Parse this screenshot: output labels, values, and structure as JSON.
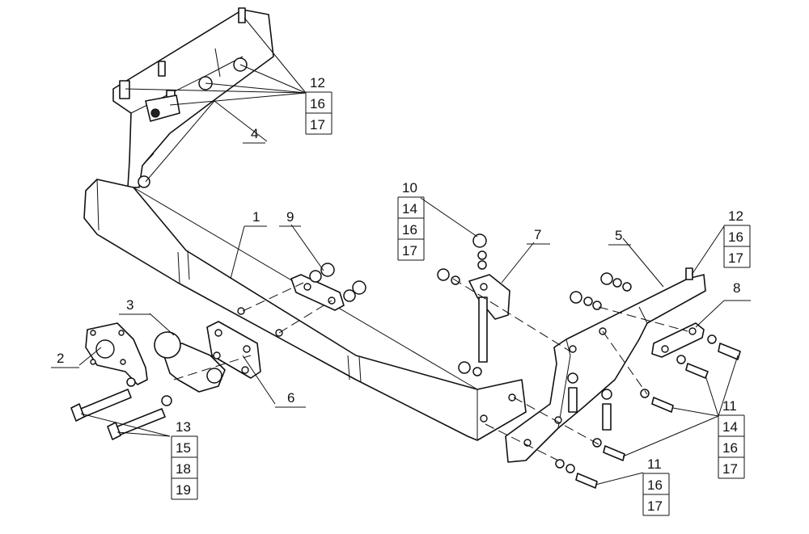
{
  "labels": {
    "p1": "1",
    "p2": "2",
    "p3": "3",
    "p4": "4",
    "p5": "5",
    "p6": "6",
    "p7": "7",
    "p8": "8",
    "p9": "9"
  },
  "groups": {
    "top_left": [
      "12",
      "16",
      "17"
    ],
    "mid_center": [
      "10",
      "14",
      "16",
      "17"
    ],
    "top_right": [
      "12",
      "16",
      "17"
    ],
    "right_bolts": [
      "11",
      "14",
      "16",
      "17"
    ],
    "bottom_center": [
      "11",
      "16",
      "17"
    ],
    "bottom_left": [
      "13",
      "15",
      "18",
      "19"
    ]
  },
  "colors": {
    "line": "#111111",
    "background": "#ffffff"
  }
}
